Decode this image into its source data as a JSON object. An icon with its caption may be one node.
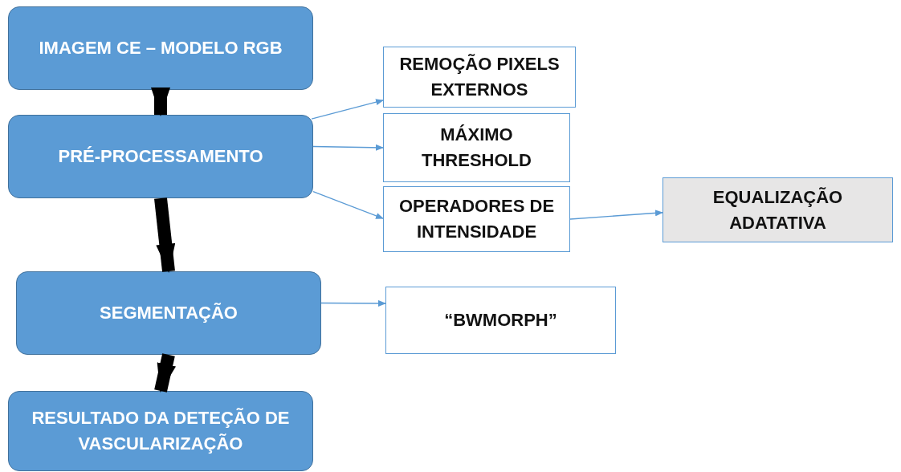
{
  "diagram": {
    "nodes": [
      {
        "text": [
          "IMAGEM CE – MODELO RGB"
        ]
      },
      {
        "text": [
          "PRÉ-PROCESSAMENTO"
        ]
      },
      {
        "text": [
          "SEGMENTAÇÃO"
        ]
      },
      {
        "text": [
          "RESULTADO DA DETEÇÃO DE VASCULARIZAÇÃO"
        ]
      },
      {
        "text": [
          "REMOÇÃO PIXELS EXTERNOS"
        ]
      },
      {
        "text": [
          "MÁXIMO THRESHOLD"
        ]
      },
      {
        "text": [
          "OPERADORES DE INTENSIDADE"
        ]
      },
      {
        "text": [
          "EQUALIZAÇÃO ADATATIVA"
        ]
      },
      {
        "text": [
          "“BWMORPH”"
        ]
      }
    ],
    "edges": [
      {
        "from": 0,
        "to": 1,
        "arrow": "to",
        "style": "thick",
        "color": "#000000"
      },
      {
        "from": 1,
        "to": 2,
        "arrow": "to",
        "style": "thick",
        "color": "#000000"
      },
      {
        "from": 2,
        "to": 3,
        "arrow": "to",
        "style": "thick",
        "color": "#000000"
      },
      {
        "from": 1,
        "to": 4,
        "arrow": "to"
      },
      {
        "from": 1,
        "to": 5,
        "arrow": "to"
      },
      {
        "from": 1,
        "to": 6,
        "arrow": "to"
      },
      {
        "from": 6,
        "to": 7,
        "arrow": "to"
      },
      {
        "from": 2,
        "to": 8,
        "arrow": "to"
      }
    ]
  }
}
